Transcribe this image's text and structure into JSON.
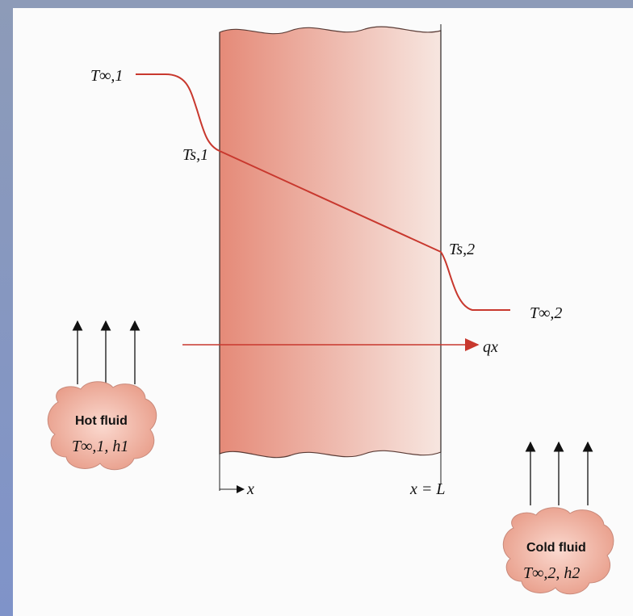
{
  "labels": {
    "t_inf_1": "T∞,1",
    "t_s_1": "Ts,1",
    "t_s_2": "Ts,2",
    "t_inf_2": "T∞,2",
    "heat_flux": "qx",
    "x_origin": "x",
    "x_end": "x = L"
  },
  "hot_fluid": {
    "title": "Hot fluid",
    "params": "T∞,1, h1"
  },
  "cold_fluid": {
    "title": "Cold fluid",
    "params": "T∞,2, h2"
  },
  "colors": {
    "wall_left": "#e9907e",
    "wall_right": "#f6e3dd",
    "curve": "#c8382e",
    "cloud_fill": "#f2b0a0"
  }
}
